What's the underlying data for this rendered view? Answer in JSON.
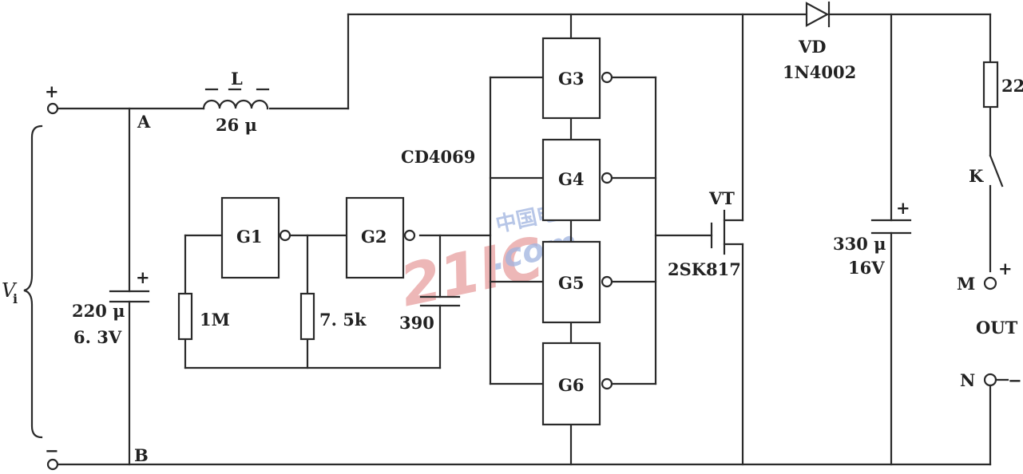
{
  "labels": {
    "plus_in": "+",
    "minus_in": "−",
    "node_a": "A",
    "node_b": "B",
    "vi": "V",
    "vi_sub": "i",
    "inductor_name": "L",
    "inductor_value": "26 μ",
    "cap_in_value": "220 μ",
    "cap_in_voltage": "6. 3V",
    "cap_in_plus": "+",
    "r1": "1M",
    "r2": "7. 5k",
    "cap_timing": "390",
    "ic_name": "CD4069",
    "gate1": "G1",
    "gate2": "G2",
    "gate3": "G3",
    "gate4": "G4",
    "gate5": "G5",
    "gate6": "G6",
    "fet_name": "VT",
    "fet_part": "2SK817",
    "diode_name": "VD",
    "diode_part": "1N4002",
    "cap_out_value": "330 μ",
    "cap_out_voltage": "16V",
    "cap_out_plus": "+",
    "r_load": "22",
    "switch": "K",
    "node_m": "M",
    "m_plus": "+",
    "out": "OUT",
    "node_n": "N",
    "n_minus": "−"
  },
  "watermark": {
    "big": "21IC",
    "dot_com": ".com",
    "cn": "中国电子网"
  }
}
